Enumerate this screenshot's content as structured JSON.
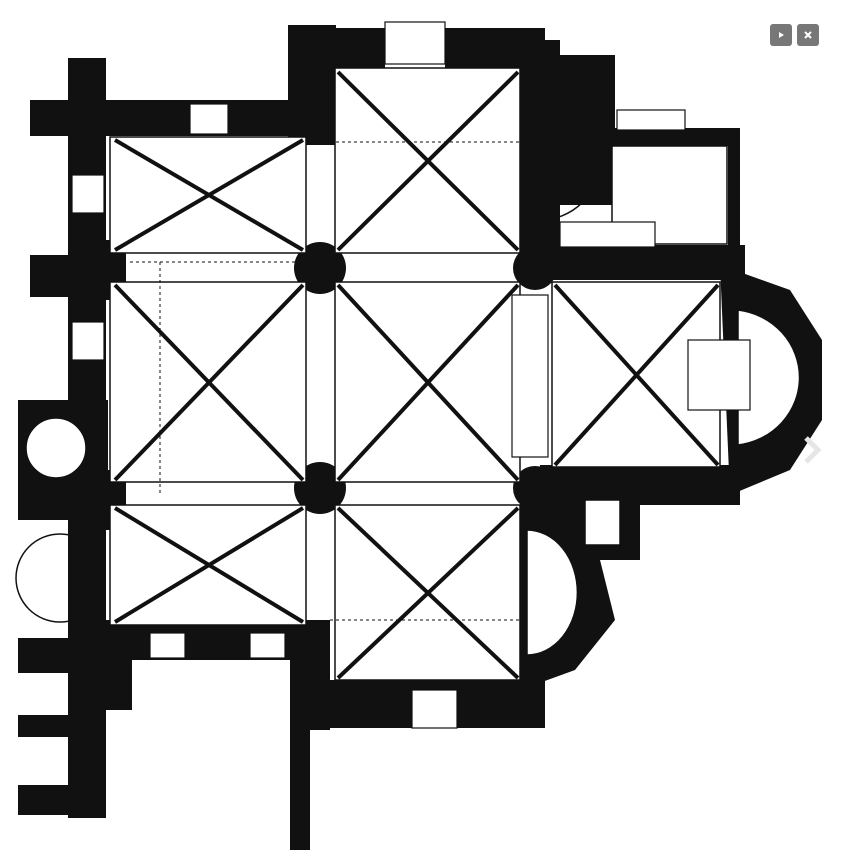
{
  "viewer": {
    "controls": [
      {
        "name": "play-slideshow",
        "icon": "play-icon"
      },
      {
        "name": "close-viewer",
        "icon": "close-icon"
      },
      {
        "name": "next-image",
        "icon": "chevron-right-icon"
      }
    ],
    "control_color": "#777777",
    "image": {
      "subject": "floor-plan",
      "ink_color": "#111111"
    }
  }
}
